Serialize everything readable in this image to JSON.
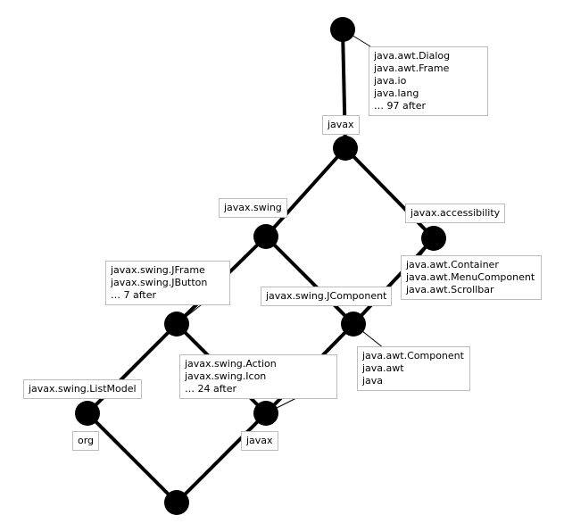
{
  "nodes": [
    {
      "id": "top"
    },
    {
      "id": "javax"
    },
    {
      "id": "swing"
    },
    {
      "id": "accessibility"
    },
    {
      "id": "jframe"
    },
    {
      "id": "jcomponent"
    },
    {
      "id": "listmodel"
    },
    {
      "id": "action"
    },
    {
      "id": "bottom"
    }
  ],
  "edges": [
    [
      "top",
      "javax"
    ],
    [
      "javax",
      "swing"
    ],
    [
      "javax",
      "accessibility"
    ],
    [
      "swing",
      "jframe"
    ],
    [
      "swing",
      "jcomponent"
    ],
    [
      "accessibility",
      "jcomponent"
    ],
    [
      "jframe",
      "listmodel"
    ],
    [
      "jframe",
      "action"
    ],
    [
      "jcomponent",
      "action"
    ],
    [
      "listmodel",
      "bottom"
    ],
    [
      "action",
      "bottom"
    ]
  ],
  "labels": {
    "top_list": [
      "java.awt.Dialog",
      "java.awt.Frame",
      "java.io",
      "java.lang",
      "… 97 after"
    ],
    "javax": [
      "javax"
    ],
    "swing": [
      "javax.swing"
    ],
    "accessibility": [
      "javax.accessibility"
    ],
    "accessibility_list": [
      "java.awt.Container",
      "java.awt.MenuComponent",
      "java.awt.Scrollbar"
    ],
    "jframe_list": [
      "javax.swing.JFrame",
      "javax.swing.JButton",
      "… 7 after"
    ],
    "jcomponent": [
      "javax.swing.JComponent"
    ],
    "jcomponent_list": [
      "java.awt.Component",
      "java.awt",
      "java"
    ],
    "listmodel": [
      "javax.swing.ListModel"
    ],
    "action_list": [
      "javax.swing.Action",
      "javax.swing.Icon",
      "… 24 after"
    ],
    "org": [
      "org"
    ],
    "javax_bottom": [
      "javax"
    ]
  }
}
